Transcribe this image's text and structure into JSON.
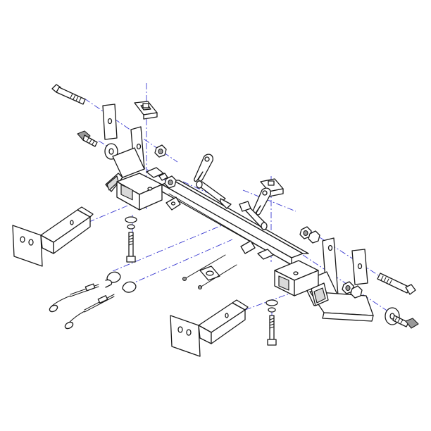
{
  "canvas": {
    "background": "#ffffff"
  },
  "colors": {
    "line": "#1a1a1a",
    "centerline": "#3a3ad0",
    "shade": "#d9d9d9",
    "dark": "#9a9a9a"
  },
  "parts": [
    {
      "id": "long-bolt-left",
      "icon": "bolt-icon"
    },
    {
      "id": "short-bolt-left",
      "icon": "bolt-icon"
    },
    {
      "id": "spacer-plate-left",
      "icon": "plate-icon"
    },
    {
      "id": "washer-left",
      "icon": "washer-icon"
    },
    {
      "id": "nut-left",
      "icon": "nut-icon"
    },
    {
      "id": "clip-nut-left",
      "icon": "clip-nut-icon"
    },
    {
      "id": "mount-bracket-left",
      "icon": "bracket-icon"
    },
    {
      "id": "main-crossbar",
      "icon": "crossbar-icon"
    },
    {
      "id": "mount-bracket-right",
      "icon": "bracket-icon"
    },
    {
      "id": "hitch-pin-left",
      "icon": "pin-icon"
    },
    {
      "id": "hitch-pin-right",
      "icon": "pin-icon"
    },
    {
      "id": "hairpin-clip-left",
      "icon": "hairpin-clip-icon"
    },
    {
      "id": "hairpin-clip-right",
      "icon": "hairpin-clip-icon"
    },
    {
      "id": "removable-arm-left",
      "icon": "tow-arm-icon"
    },
    {
      "id": "removable-arm-right",
      "icon": "tow-arm-icon"
    },
    {
      "id": "safety-cable-upper",
      "icon": "cable-icon"
    },
    {
      "id": "safety-cable-lower",
      "icon": "cable-icon"
    },
    {
      "id": "vertical-bolt-left",
      "icon": "bolt-icon"
    },
    {
      "id": "vertical-bolt-right",
      "icon": "bolt-icon"
    },
    {
      "id": "center-plate",
      "icon": "plate-icon"
    },
    {
      "id": "screws-center",
      "icon": "screw-icon"
    },
    {
      "id": "spacer-plate-right",
      "icon": "plate-icon"
    },
    {
      "id": "washer-right",
      "icon": "washer-icon"
    },
    {
      "id": "long-bolt-right",
      "icon": "bolt-icon"
    },
    {
      "id": "short-bolt-right",
      "icon": "bolt-icon"
    },
    {
      "id": "nut-right",
      "icon": "nut-icon"
    },
    {
      "id": "clip-nut-right",
      "icon": "clip-nut-icon"
    }
  ]
}
